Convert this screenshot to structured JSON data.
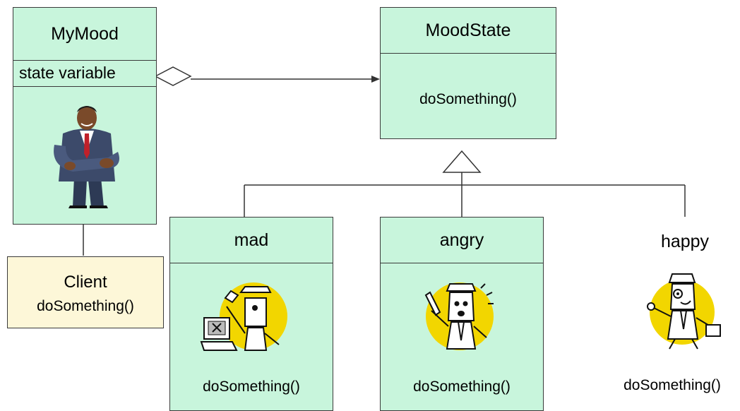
{
  "mymood": {
    "name": "MyMood",
    "attribute": "state variable"
  },
  "moodstate": {
    "name": "MoodState",
    "method": "doSomething()"
  },
  "client": {
    "name": "Client",
    "method": "doSomething()"
  },
  "states": [
    {
      "name": "mad",
      "method": "doSomething()"
    },
    {
      "name": "angry",
      "method": "doSomething()"
    },
    {
      "name": "happy",
      "method": "doSomething()"
    }
  ],
  "colors": {
    "class_fill": "#c8f5dc",
    "client_fill": "#fdf7d8",
    "border": "#3a3a3a",
    "disc": "#f2d600"
  },
  "icons": [
    "businessman-icon",
    "mad-man-computer-icon",
    "angry-man-phone-icon",
    "happy-man-bag-icon"
  ]
}
